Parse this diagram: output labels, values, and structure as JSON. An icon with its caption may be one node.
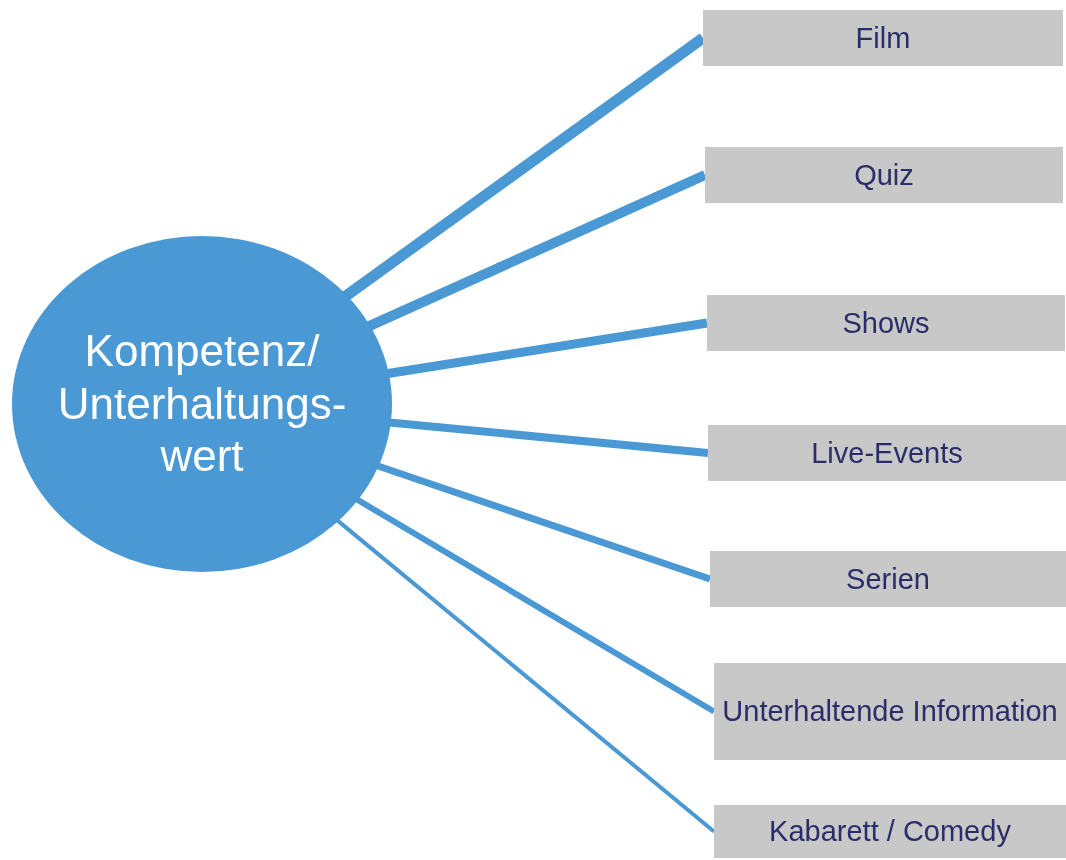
{
  "diagram": {
    "nodes": [
      {
        "text": [
          "Kompetenz/ Unterhaltungs- wert"
        ]
      },
      {
        "text": [
          "Film"
        ]
      },
      {
        "text": [
          "Quiz"
        ]
      },
      {
        "text": [
          "Shows"
        ]
      },
      {
        "text": [
          "Live-Events"
        ]
      },
      {
        "text": [
          "Serien"
        ]
      },
      {
        "text": [
          "Unterhaltende Information"
        ]
      },
      {
        "text": [
          "Kabarett / Comedy"
        ]
      }
    ],
    "edges": [
      {
        "from": 0,
        "to": 1,
        "arrow": "none"
      },
      {
        "from": 0,
        "to": 2,
        "arrow": "none"
      },
      {
        "from": 0,
        "to": 3,
        "arrow": "none"
      },
      {
        "from": 0,
        "to": 4,
        "arrow": "none"
      },
      {
        "from": 0,
        "to": 5,
        "arrow": "none"
      },
      {
        "from": 0,
        "to": 6,
        "arrow": "none"
      },
      {
        "from": 0,
        "to": 7,
        "arrow": "none"
      }
    ]
  }
}
